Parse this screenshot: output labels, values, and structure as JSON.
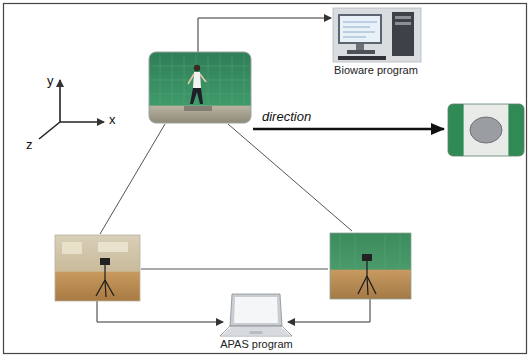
{
  "diagram": {
    "nodes": [
      {
        "text": [
          "Bioware program"
        ]
      },
      {
        "text": [
          "APAS program"
        ]
      }
    ],
    "labels": [
      "y",
      "x",
      "z",
      "direction"
    ]
  }
}
